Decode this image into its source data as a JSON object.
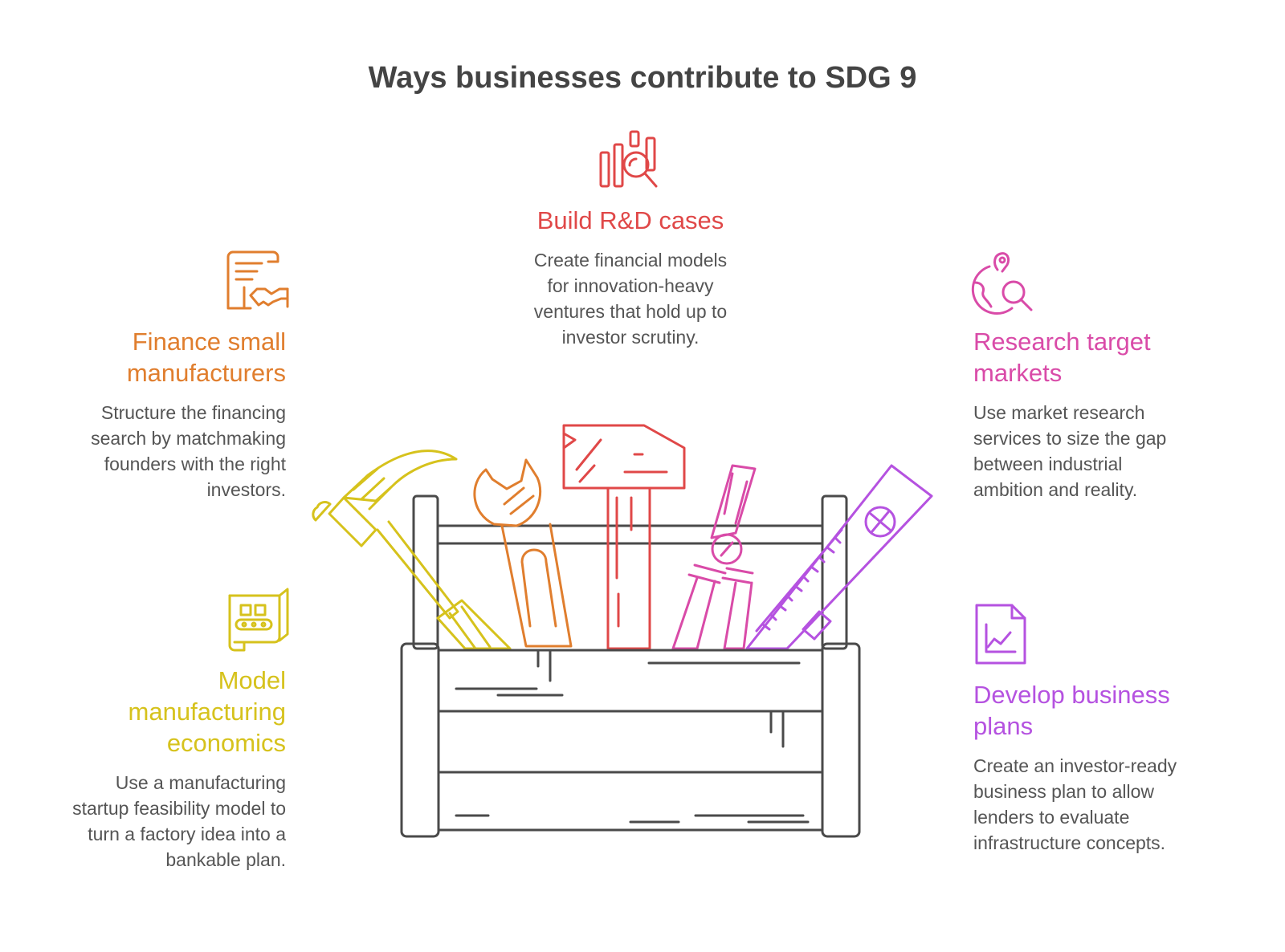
{
  "title": "Ways businesses contribute to SDG 9",
  "colors": {
    "orange": "#E07E2E",
    "red": "#E04848",
    "pink": "#D94BA8",
    "yellow": "#D6C21C",
    "purple": "#B552E0",
    "toolbox": "#4a4a4a",
    "text": "#555555",
    "title": "#444444"
  },
  "items": [
    {
      "key": "finance",
      "heading": "Finance small manufacturers",
      "description": "Structure the financing search by matchmaking founders with the right investors.",
      "icon": "contract-handshake-icon",
      "color": "#E07E2E",
      "tool": "wrench"
    },
    {
      "key": "rnd",
      "heading": "Build R&D cases",
      "description": "Create financial models for innovation-heavy ventures that hold up to investor scrutiny.",
      "icon": "bar-chart-magnifier-icon",
      "color": "#E04848",
      "tool": "mallet"
    },
    {
      "key": "research",
      "heading": "Research target markets",
      "description": "Use market research services to size the gap between industrial ambition and reality.",
      "icon": "globe-pin-search-icon",
      "color": "#D94BA8",
      "tool": "pliers"
    },
    {
      "key": "model",
      "heading": "Model manufacturing economics",
      "description": "Use a manufacturing startup feasibility model to turn a factory idea into a bankable plan.",
      "icon": "conveyor-scroll-icon",
      "color": "#D6C21C",
      "tool": "hammer"
    },
    {
      "key": "plans",
      "heading": "Develop business plans",
      "description": "Create an investor-ready business plan to allow lenders to evaluate infrastructure concepts.",
      "icon": "document-chart-icon",
      "color": "#B552E0",
      "tool": "level"
    }
  ]
}
